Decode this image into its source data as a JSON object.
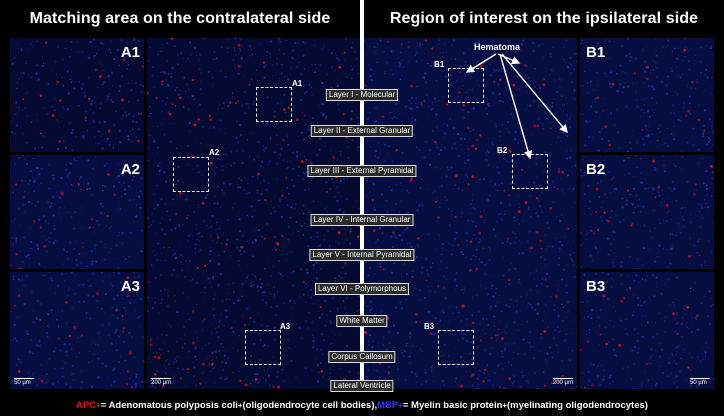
{
  "headers": {
    "left": "Matching area on the contralateral side",
    "right": "Region of interest on the ipsilateral side"
  },
  "tiles_left": [
    "A1",
    "A2",
    "A3"
  ],
  "tiles_right": [
    "B1",
    "B2",
    "B3"
  ],
  "roi_labels": {
    "a1": "A1",
    "a2": "A2",
    "a3": "A3",
    "b1": "B1",
    "b2": "B2",
    "b3": "B3"
  },
  "hematoma_label": "Hematoma",
  "layers": [
    "Layer I - Molecular",
    "Layer II - External Granular",
    "Layer III - External Pyramidal",
    "Layer IV - Internal Granular",
    "Layer V - Internal Pyramidal",
    "Layer VI - Polymorphous",
    "White Matter",
    "Corpus Callosum",
    "Lateral Ventricle"
  ],
  "scalebars": {
    "tile_left": "50 µm",
    "main_left": "200 µm",
    "main_right": "200 µm",
    "tile_right": "50 µm"
  },
  "caption": {
    "apc": "APC",
    "apc_sup": "+",
    "apc_text": " = Adenomatous polyposis coli",
    "apc_text_sup": "+",
    "apc_desc": " (oligodendrocyte cell bodies), ",
    "mbp": "MBP",
    "mbp_sup": "+",
    "mbp_text": " = Myelin basic protein",
    "mbp_text_sup": "+",
    "mbp_desc": " (myelinating oligodendrocytes)"
  },
  "colors": {
    "apc_red": "#e11111",
    "mbp_blue": "#3333ff",
    "tissue_blue": "#0a1460"
  }
}
